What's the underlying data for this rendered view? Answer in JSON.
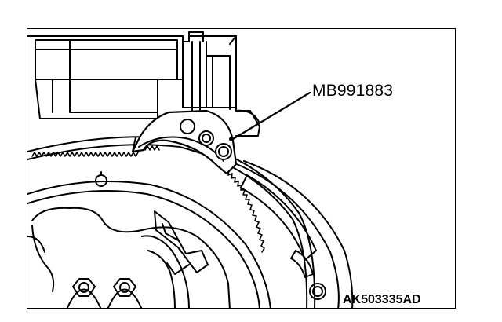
{
  "figure": {
    "callout_label": "MB991883",
    "figure_id": "AK503335AD",
    "icons": [
      "flywheel-gear",
      "crankshaft-holder-tool",
      "engine-block"
    ],
    "colors": {
      "line": "#000000",
      "background": "#ffffff"
    }
  }
}
